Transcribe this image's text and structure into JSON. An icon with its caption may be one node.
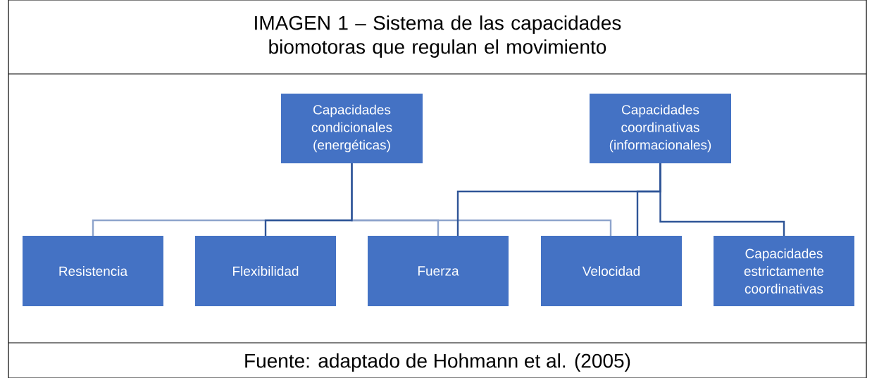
{
  "diagram": {
    "title": "IMAGEN 1 – Sistema de las capacidades biomotoras que regulan el movimiento",
    "caption": "Fuente: adaptado de Hohmann et al. (2005)",
    "nodes": [
      {
        "text": [
          "Capacidades condicionales (energéticas)"
        ]
      },
      {
        "text": [
          "Capacidades coordinativas (informacionales)"
        ]
      },
      {
        "text": [
          "Resistencia"
        ]
      },
      {
        "text": [
          "Flexibilidad"
        ]
      },
      {
        "text": [
          "Fuerza"
        ]
      },
      {
        "text": [
          "Velocidad"
        ]
      },
      {
        "text": [
          "Capacidades estrictamente coordinativas"
        ]
      }
    ],
    "edges": [
      {
        "from": 0,
        "to": 2,
        "arrow": "none",
        "color": "#8ea4cc"
      },
      {
        "from": 0,
        "to": 3,
        "arrow": "none"
      },
      {
        "from": 0,
        "to": 4,
        "arrow": "none",
        "color": "#8ea4cc"
      },
      {
        "from": 0,
        "to": 5,
        "arrow": "none",
        "color": "#8ea4cc"
      },
      {
        "from": 1,
        "to": 4,
        "arrow": "none"
      },
      {
        "from": 1,
        "to": 5,
        "arrow": "none"
      },
      {
        "from": 1,
        "to": 6,
        "arrow": "none"
      }
    ]
  }
}
